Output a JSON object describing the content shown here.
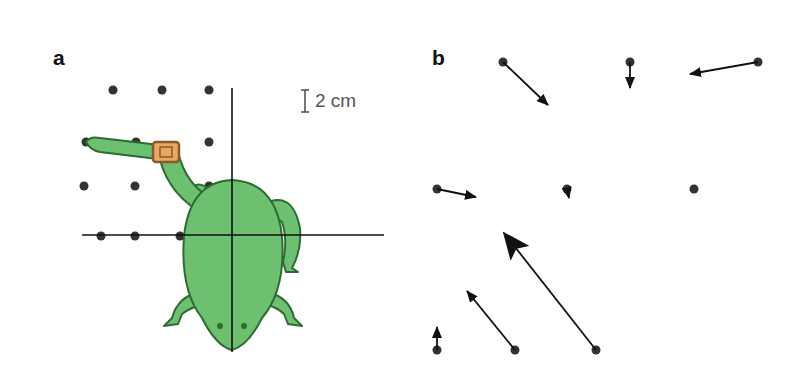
{
  "diagram": {
    "labels": [
      "a",
      "2 cm",
      "b"
    ]
  }
}
